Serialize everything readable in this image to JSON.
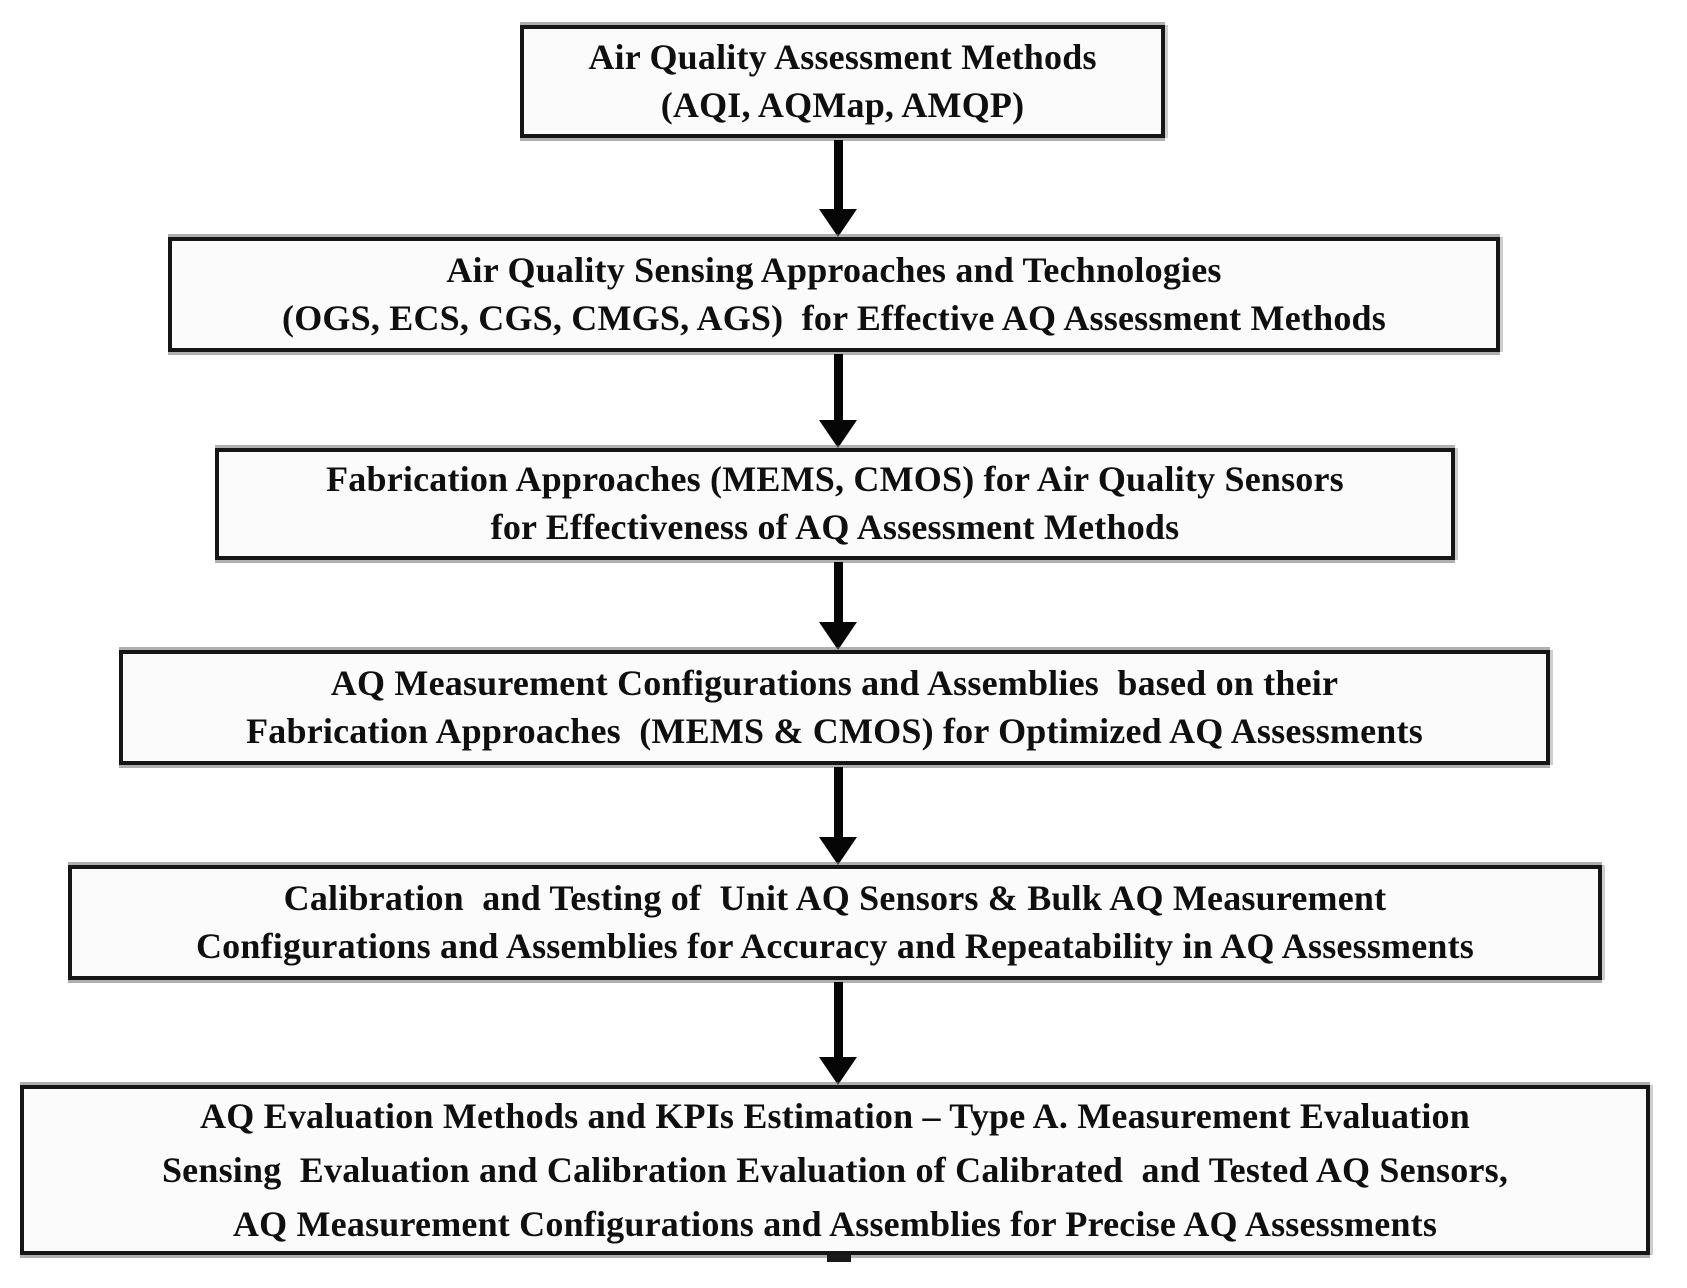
{
  "diagram_type": "top-down-flowchart",
  "colors": {
    "background": "#ffffff",
    "box_fill": "#fbfbfb",
    "box_border": "#161616",
    "text": "#0f0f0f",
    "arrow": "#060606"
  },
  "boxes": [
    {
      "id": "air-quality-assessment-methods",
      "lines": [
        "Air Quality Assessment Methods",
        "(AQI, AQMap, AMQP)"
      ]
    },
    {
      "id": "air-quality-sensing-approaches",
      "lines": [
        "Air Quality Sensing Approaches and Technologies",
        "(OGS, ECS, CGS, CMGS, AGS)  for Effective AQ Assessment Methods"
      ]
    },
    {
      "id": "fabrication-approaches",
      "lines": [
        "Fabrication Approaches (MEMS, CMOS) for Air Quality Sensors",
        "for Effectiveness of AQ Assessment Methods"
      ]
    },
    {
      "id": "aq-measurement-configurations",
      "lines": [
        "AQ Measurement Configurations and Assemblies  based on their",
        "Fabrication Approaches  (MEMS & CMOS) for Optimized AQ Assessments"
      ]
    },
    {
      "id": "calibration-and-testing",
      "lines": [
        "Calibration  and Testing of  Unit AQ Sensors & Bulk AQ Measurement",
        "Configurations and Assemblies for Accuracy and Repeatability in AQ Assessments"
      ]
    },
    {
      "id": "aq-evaluation-methods",
      "lines": [
        "AQ Evaluation Methods and KPIs Estimation – Type A. Measurement Evaluation",
        "Sensing  Evaluation and Calibration Evaluation of Calibrated  and Tested AQ Sensors,",
        "AQ Measurement Configurations and Assemblies for Precise AQ Assessments"
      ]
    }
  ],
  "connections": [
    {
      "from": "air-quality-assessment-methods",
      "to": "air-quality-sensing-approaches",
      "style": "down-arrow"
    },
    {
      "from": "air-quality-sensing-approaches",
      "to": "fabrication-approaches",
      "style": "down-arrow"
    },
    {
      "from": "fabrication-approaches",
      "to": "aq-measurement-configurations",
      "style": "down-arrow"
    },
    {
      "from": "aq-measurement-configurations",
      "to": "calibration-and-testing",
      "style": "down-arrow"
    },
    {
      "from": "calibration-and-testing",
      "to": "aq-evaluation-methods",
      "style": "down-arrow"
    }
  ]
}
